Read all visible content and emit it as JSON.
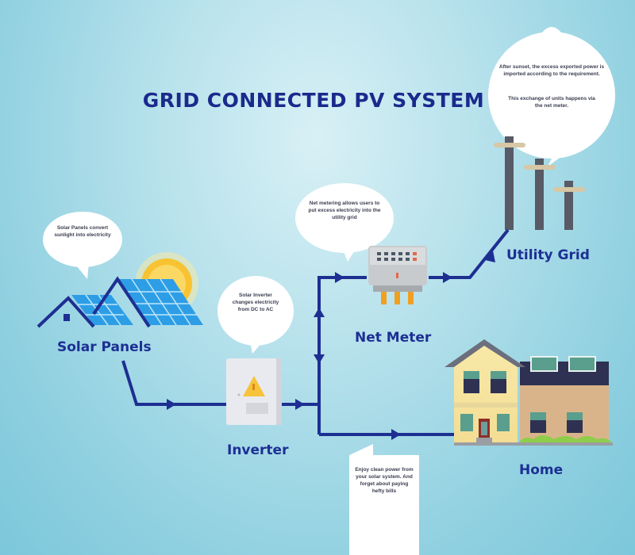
{
  "title": "GRID CONNECTED PV SYSTEM",
  "colors": {
    "wire": "#1e2f92",
    "title": "#1a2a8c",
    "background": "#a9dce8",
    "panel_blue": "#2d9ee6",
    "sun": "#f7c332"
  },
  "components": {
    "solar_panels": {
      "label": "Solar Panels",
      "bubble": "Solar Panels convert sunlight into electricity"
    },
    "inverter": {
      "label": "Inverter",
      "bubble": "Solar Inverter changes electricity from DC to AC"
    },
    "net_meter": {
      "label": "Net Meter",
      "bubble": "Net metering allows users to put excess electricity into the utility grid"
    },
    "utility_grid": {
      "label": "Utility Grid",
      "bubble_line1": "After sunset, the excess exported power is imported according to the requirement.",
      "bubble_line2": "This exchange of units happens via the net meter."
    },
    "home": {
      "label": "Home",
      "note": "Enjoy clean power from your solar system. And forget about paying hefty bills"
    }
  },
  "flows": [
    {
      "from": "Solar Panels",
      "to": "Inverter"
    },
    {
      "from": "Inverter",
      "to": "Net Meter"
    },
    {
      "from": "Net Meter",
      "to": "Inverter"
    },
    {
      "from": "Net Meter",
      "to": "Utility Grid"
    },
    {
      "from": "Inverter",
      "to": "Home"
    }
  ]
}
